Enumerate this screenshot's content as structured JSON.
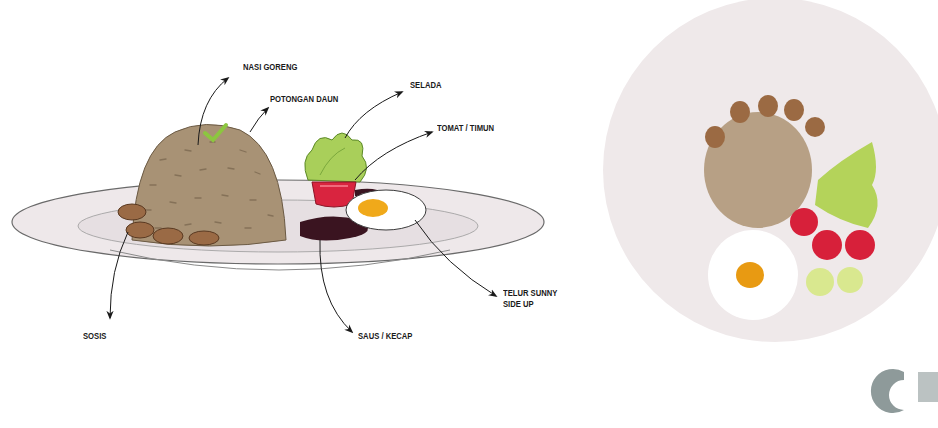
{
  "diagram": {
    "labels": [
      "NASI GORENG",
      "POTONGAN DAUN",
      "SELADA",
      "TOMAT / TIMUN",
      "TELUR SUNNY SIDE UP",
      "SAUS / KECAP",
      "SOSIS"
    ]
  }
}
